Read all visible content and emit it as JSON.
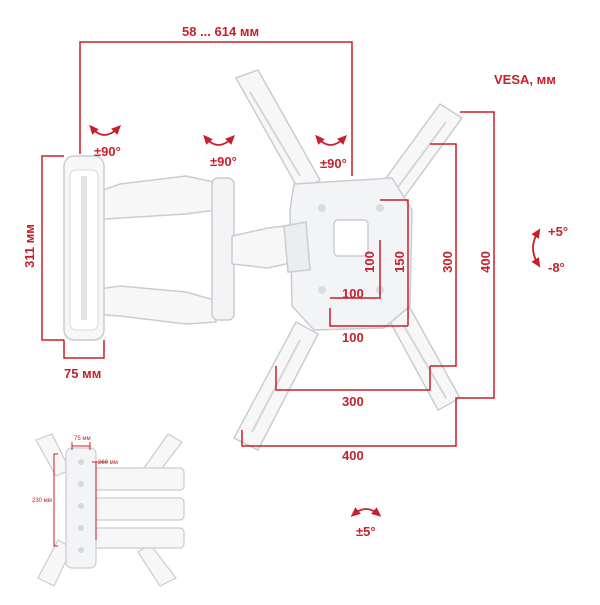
{
  "labels": {
    "arm_reach": "58 ... 614 мм",
    "vesa_title": "VESA, мм",
    "rot_wall": "±90°",
    "rot_mid": "±90°",
    "rot_head": "±90°",
    "height_311": "311 мм",
    "plate_width": "75 мм",
    "v100_vertical": "100",
    "v150_vertical": "150",
    "h100_inner": "100",
    "h100_outer": "100",
    "v300_vertical": "300",
    "v400_vertical": "400",
    "h300": "300",
    "h400": "400",
    "tilt_up": "+5°",
    "tilt_down": "-8°",
    "swivel": "±5°"
  },
  "inset_labels": {
    "plate_75": "75 мм",
    "depth_260": "260 мм",
    "height_230": "230 мм"
  },
  "colors": {
    "accent": "#c8202a",
    "mount_fill": "#f7f7f8",
    "mount_stroke": "#c9ccd1"
  }
}
